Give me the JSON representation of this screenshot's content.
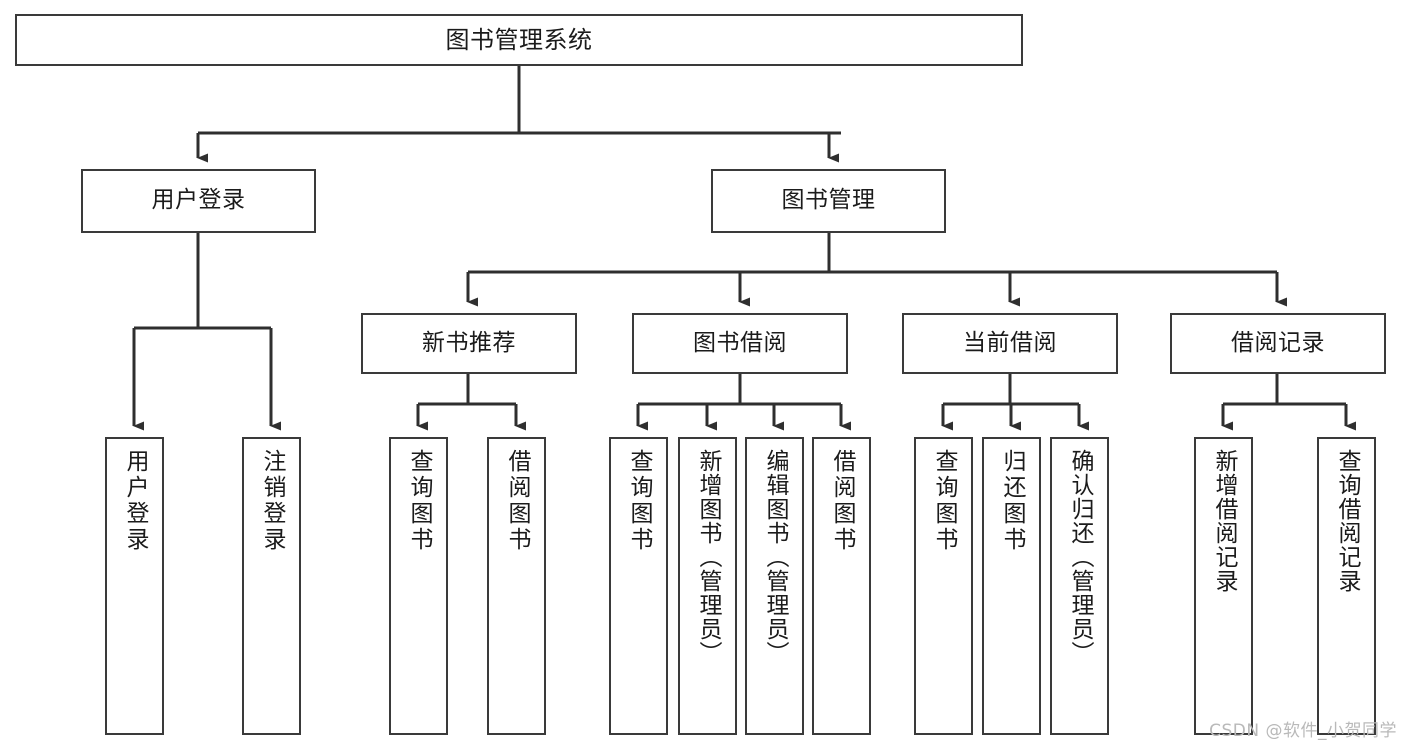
{
  "diagram": {
    "title": "图书管理系统",
    "type": "tree",
    "watermark": "CSDN @软件_小贺同学",
    "colors": {
      "box_border": "#3a3a3a",
      "box_fill": "#ffffff",
      "edge": "#2f2f2f",
      "text": "#1b1b1b",
      "watermark": "#b9b9b9"
    },
    "nodes": {
      "root": {
        "label": "图书管理系统",
        "level": 0
      },
      "user_login": {
        "label": "用户登录",
        "level": 1
      },
      "book_manage": {
        "label": "图书管理",
        "level": 1
      },
      "new_book_rec": {
        "label": "新书推荐",
        "level": 2
      },
      "book_borrow": {
        "label": "图书借阅",
        "level": 2
      },
      "current_borrow": {
        "label": "当前借阅",
        "level": 2
      },
      "borrow_record": {
        "label": "借阅记录",
        "level": 2
      },
      "leaf_user_login": {
        "label": "用户登录",
        "level": 3
      },
      "leaf_logout": {
        "label": "注销登录",
        "level": 3
      },
      "leaf_query_book_1": {
        "label": "查询图书",
        "level": 3
      },
      "leaf_borrow_book_1": {
        "label": "借阅图书",
        "level": 3
      },
      "leaf_query_book_2": {
        "label": "查询图书",
        "level": 3
      },
      "leaf_add_book": {
        "label": "新增图书（管理员）",
        "level": 3
      },
      "leaf_edit_book": {
        "label": "编辑图书（管理员）",
        "level": 3
      },
      "leaf_borrow_book_2": {
        "label": "借阅图书",
        "level": 3
      },
      "leaf_query_book_3": {
        "label": "查询图书",
        "level": 3
      },
      "leaf_return_book": {
        "label": "归还图书",
        "level": 3
      },
      "leaf_confirm_return": {
        "label": "确认归还（管理员）",
        "level": 3
      },
      "leaf_add_record": {
        "label": "新增借阅记录",
        "level": 3
      },
      "leaf_query_record": {
        "label": "查询借阅记录",
        "level": 3
      }
    },
    "edges": [
      {
        "from": "root",
        "to": "user_login"
      },
      {
        "from": "root",
        "to": "book_manage"
      },
      {
        "from": "user_login",
        "to": "leaf_user_login"
      },
      {
        "from": "user_login",
        "to": "leaf_logout"
      },
      {
        "from": "book_manage",
        "to": "new_book_rec"
      },
      {
        "from": "book_manage",
        "to": "book_borrow"
      },
      {
        "from": "book_manage",
        "to": "current_borrow"
      },
      {
        "from": "book_manage",
        "to": "borrow_record"
      },
      {
        "from": "new_book_rec",
        "to": "leaf_query_book_1"
      },
      {
        "from": "new_book_rec",
        "to": "leaf_borrow_book_1"
      },
      {
        "from": "book_borrow",
        "to": "leaf_query_book_2"
      },
      {
        "from": "book_borrow",
        "to": "leaf_add_book"
      },
      {
        "from": "book_borrow",
        "to": "leaf_edit_book"
      },
      {
        "from": "book_borrow",
        "to": "leaf_borrow_book_2"
      },
      {
        "from": "current_borrow",
        "to": "leaf_query_book_3"
      },
      {
        "from": "current_borrow",
        "to": "leaf_return_book"
      },
      {
        "from": "current_borrow",
        "to": "leaf_confirm_return"
      },
      {
        "from": "borrow_record",
        "to": "leaf_add_record"
      },
      {
        "from": "borrow_record",
        "to": "leaf_query_record"
      }
    ]
  }
}
